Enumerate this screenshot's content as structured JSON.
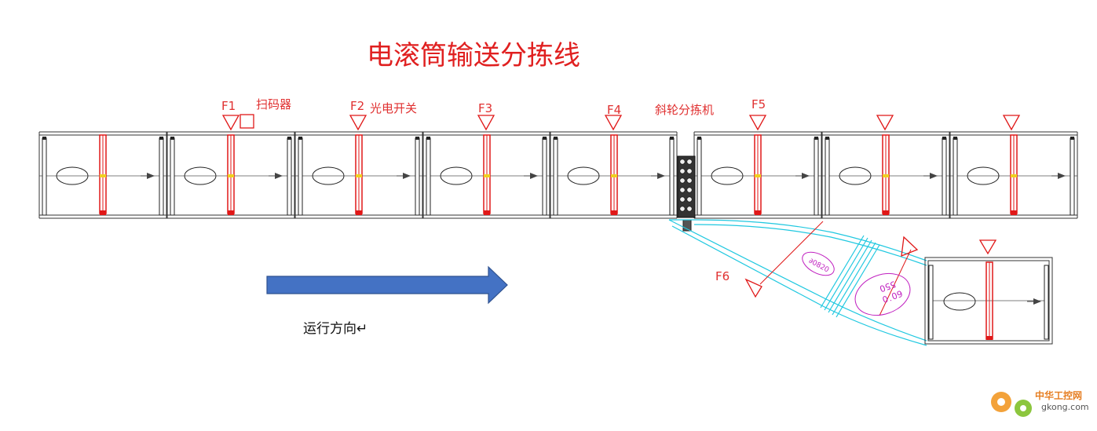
{
  "title": "电滚筒输送分拣线",
  "labels": {
    "f1": "F1",
    "f2": "F2",
    "f3": "F3",
    "f4": "F4",
    "f5": "F5",
    "f6": "F6",
    "scanner": "扫码器",
    "photo_switch": "光电开关",
    "sorter": "斜轮分拣机",
    "direction": "运行方向↵"
  },
  "watermark": {
    "brand": "中华工控网",
    "url": "gkong.com"
  },
  "colors": {
    "title": "#e02020",
    "label": "#e03030",
    "roller": "#e01818",
    "curve": "#20c8e0",
    "arrow_fill": "#4472c4",
    "arrow_stroke": "#2f528f",
    "magenta": "#c020c0"
  }
}
